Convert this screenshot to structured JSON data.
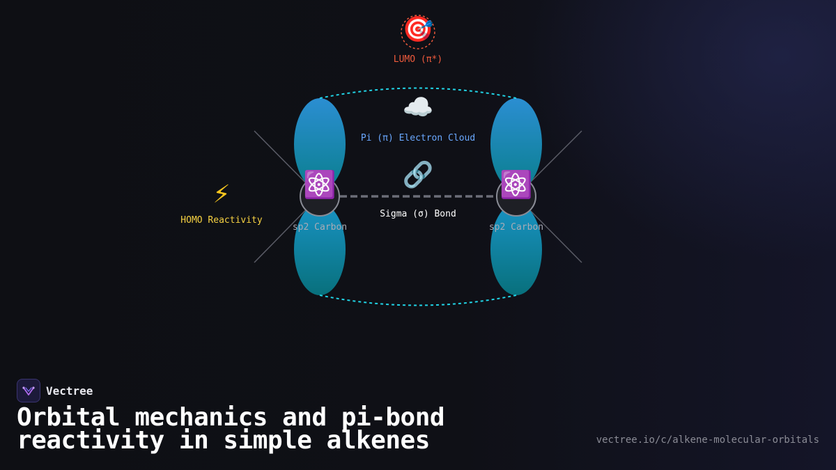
{
  "diagram": {
    "lumo": {
      "icon": "target-icon",
      "label": "LUMO (π*)",
      "color": "#ef5a3c"
    },
    "pi_cloud": {
      "icon": "cloud-icon",
      "label": "Pi (π) Electron Cloud",
      "color": "#6aa8ff"
    },
    "sigma": {
      "icon": "link-icon",
      "label": "Sigma (σ) Bond",
      "color": "#ffffff"
    },
    "homo": {
      "icon": "lightning-icon",
      "label": "HOMO Reactivity",
      "color": "#f5d142"
    },
    "carbon_left": {
      "icon": "atom-icon",
      "label": "sp2 Carbon"
    },
    "carbon_right": {
      "icon": "atom-icon",
      "label": "sp2 Carbon"
    },
    "colors": {
      "lobe": "#1e8fc8",
      "dashed_cloud": "#21d4e6",
      "carbon_label": "#a9abb6"
    }
  },
  "brand": {
    "name": "Vectree",
    "logo_icon": "vectree-logo-icon"
  },
  "title": "Orbital mechanics and pi-bond reactivity in simple alkenes",
  "url": "vectree.io/c/alkene-molecular-orbitals"
}
